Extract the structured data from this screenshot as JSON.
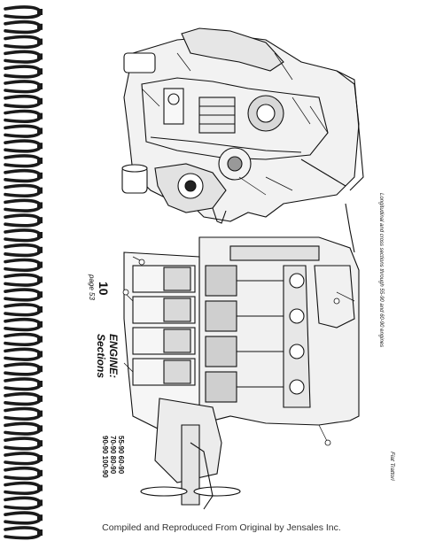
{
  "header": {
    "section_number": "10",
    "page_ref": "page 53"
  },
  "title": {
    "line1": "ENGINE:",
    "line2": "Sections"
  },
  "models": {
    "row1": "55-90  60-90",
    "row2": "70-90  80-90",
    "row3": "90-90  100-90"
  },
  "caption": "Longitudinal and cross sections through 55-90 and 60-90 engines",
  "side_note": "Fiat Trattori",
  "footer": "Compiled and Reproduced From Original by Jensales Inc.",
  "colors": {
    "ink": "#111111",
    "paper": "#ffffff",
    "ring": "#1a1a1a"
  }
}
